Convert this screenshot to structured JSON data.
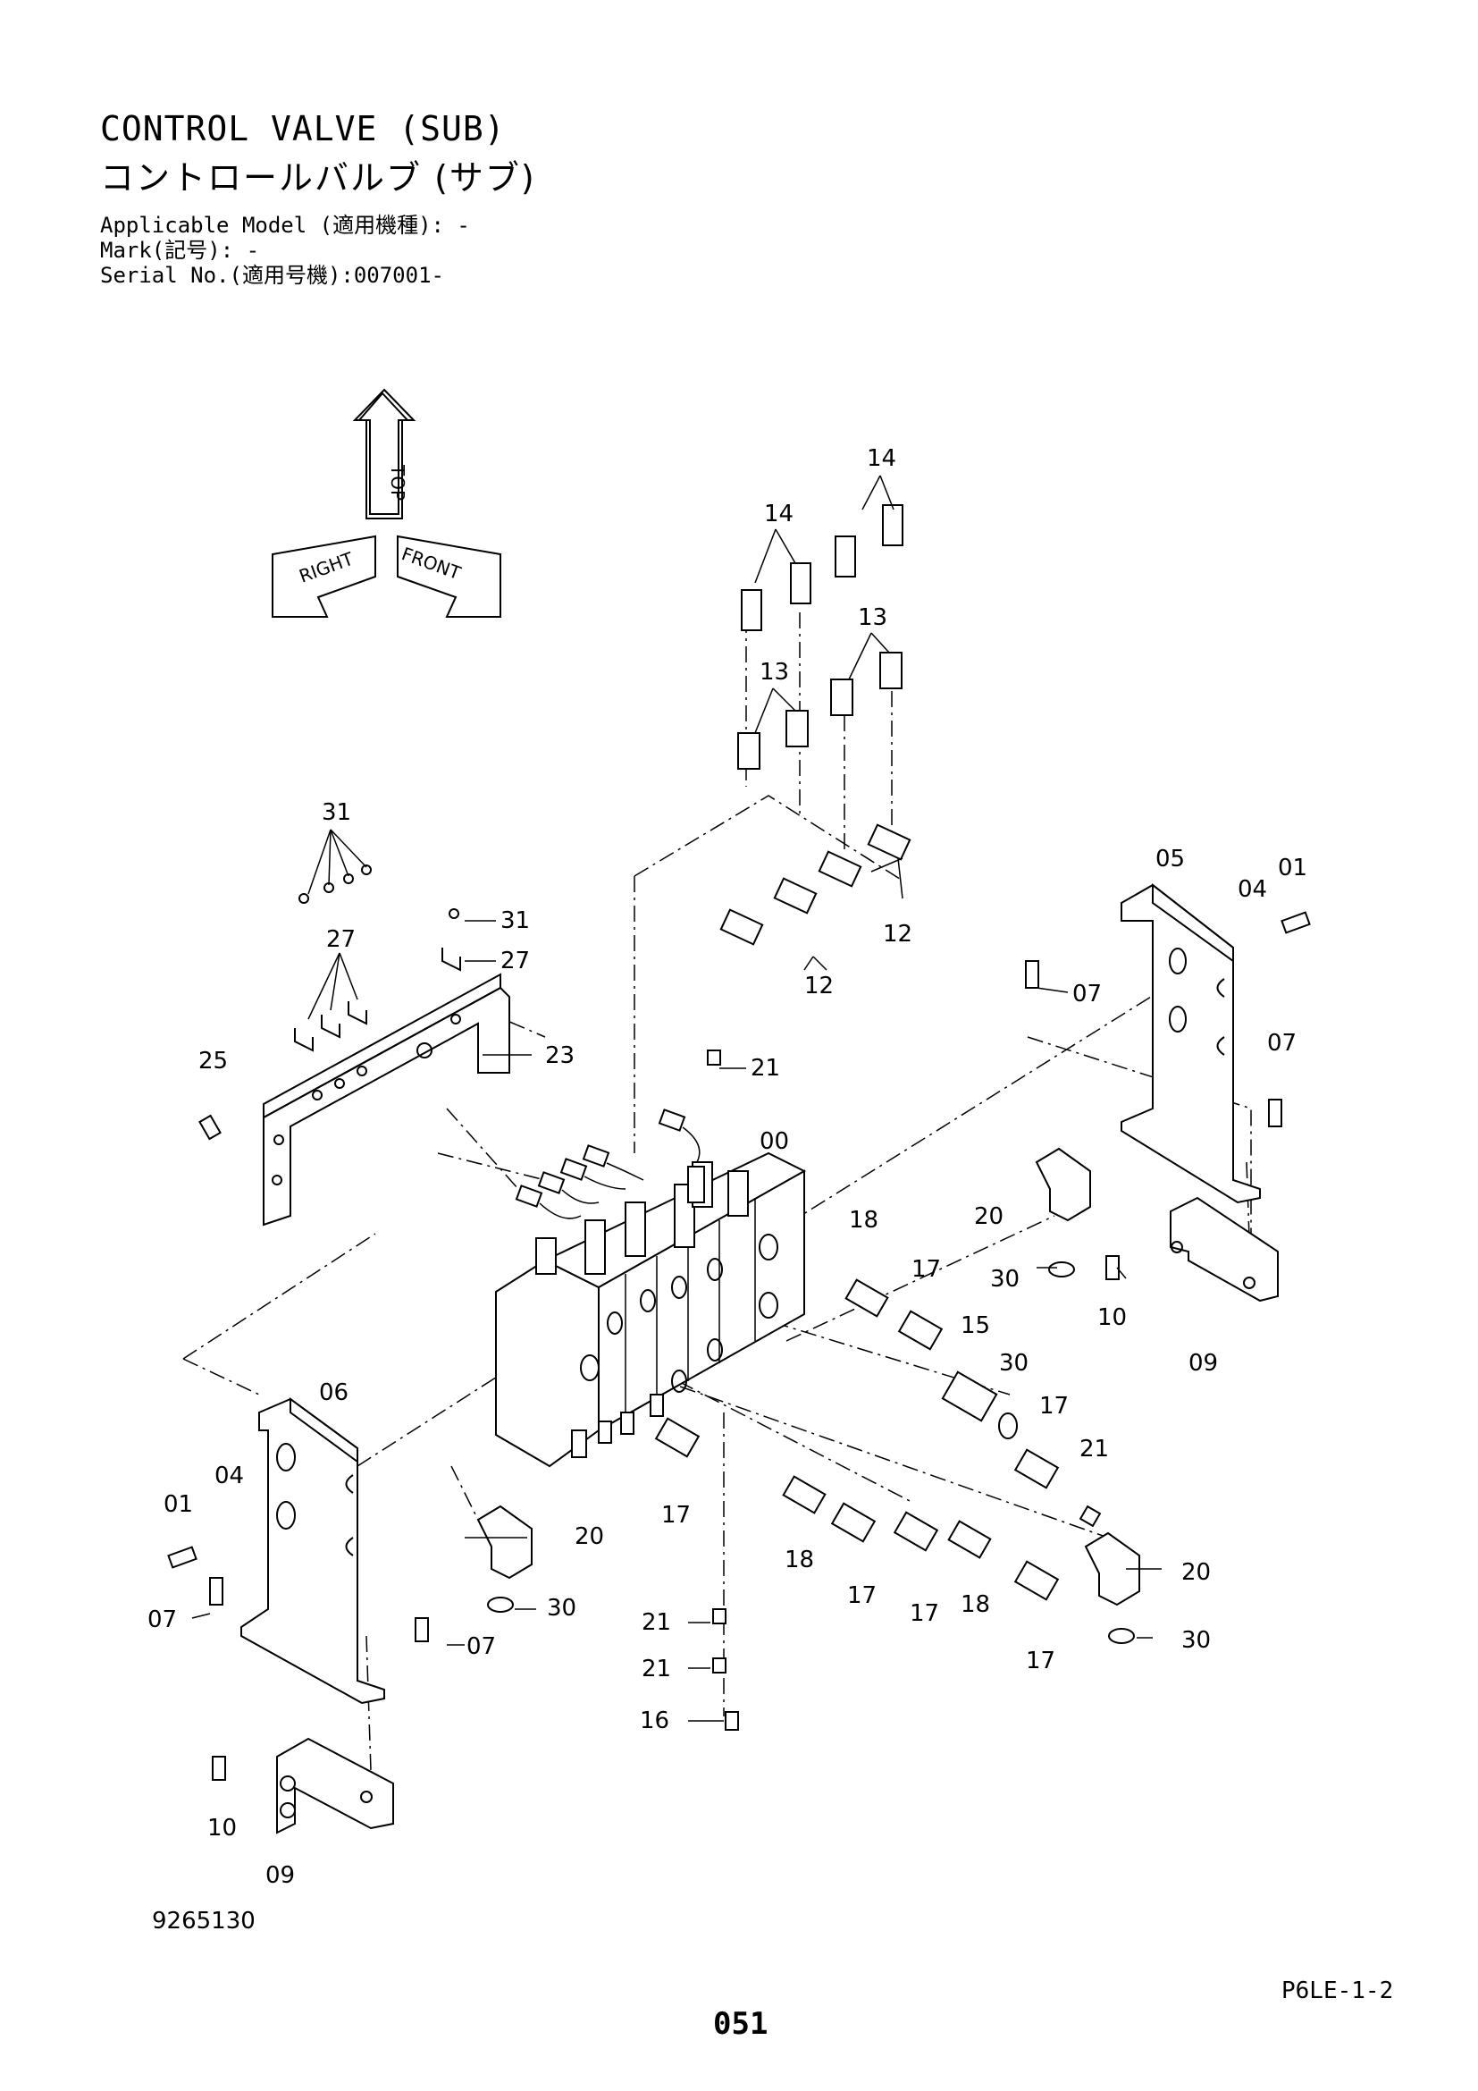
{
  "header": {
    "title_en": "CONTROL VALVE (SUB)",
    "title_jp": "コントロールバルブ (サブ)",
    "applicable_model": "Applicable Model (適用機種): -",
    "mark": "Mark(記号): -",
    "serial_no": "Serial No.(適用号機):007001-"
  },
  "orientation": {
    "top_label": "TOP",
    "right_label": "RIGHT",
    "front_label": "FRONT"
  },
  "callouts": [
    "00",
    "01",
    "04",
    "05",
    "06",
    "07",
    "09",
    "10",
    "12",
    "13",
    "14",
    "15",
    "16",
    "17",
    "18",
    "20",
    "21",
    "23",
    "25",
    "27",
    "30",
    "31"
  ],
  "labels": {
    "c14a": "14",
    "c14b": "14",
    "c13a": "13",
    "c13b": "13",
    "c31a": "31",
    "c31b": "31",
    "c27a": "27",
    "c27b": "27",
    "c25": "25",
    "c23": "23",
    "c21a": "21",
    "c21b": "21",
    "c21c": "21",
    "c21d": "21",
    "c00": "00",
    "c12a": "12",
    "c12b": "12",
    "c05": "05",
    "c04a": "04",
    "c01a": "01",
    "c07a": "07",
    "c07b": "07",
    "c20a": "20",
    "c30a": "30",
    "c18a": "18",
    "c17a": "17",
    "c10a": "10",
    "c09a": "09",
    "c15": "15",
    "c30b": "30",
    "c17b": "17",
    "c06": "06",
    "c04b": "04",
    "c01b": "01",
    "c07c": "07",
    "c07d": "07",
    "c17c": "17",
    "c20b": "20",
    "c30c": "30",
    "c18b": "18",
    "c17d": "17",
    "c17e": "17",
    "c18c": "18",
    "c17f": "17",
    "c20c": "20",
    "c30d": "30",
    "c16": "16",
    "c10b": "10",
    "c09b": "09"
  },
  "footer": {
    "drawing_number": "9265130",
    "page_code": "P6LE-1-2",
    "page_number": "051"
  }
}
